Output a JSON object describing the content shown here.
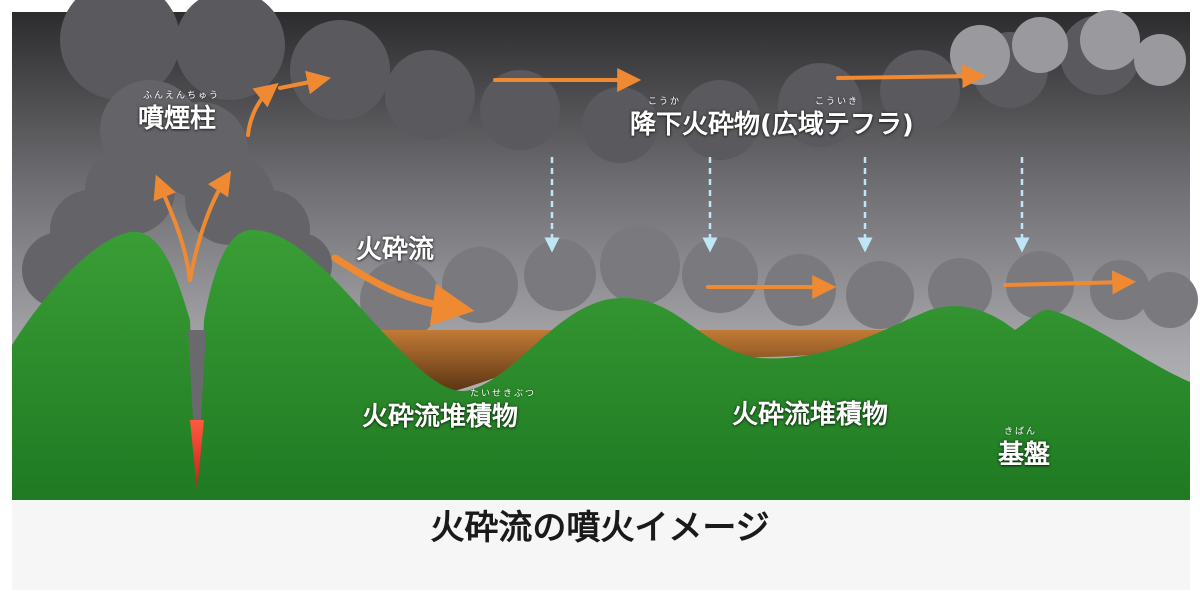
{
  "labels": {
    "eruption_column": "噴煙柱",
    "eruption_column_ruby": "ふんえんちゅう",
    "fallout": "降下火砕物(広域テフラ)",
    "fallout_ruby_1": "こうか",
    "fallout_ruby_2": "こういき",
    "pyroclastic_flow": "火砕流",
    "deposit_left": "火砕流堆積物",
    "deposit_left_ruby": "たいせきぶつ",
    "deposit_right": "火砕流堆積物",
    "basement": "基盤",
    "basement_ruby": "きばん"
  },
  "caption": "火砕流の噴火イメージ",
  "colors": {
    "cloud_dark": "#3a3a3c",
    "cloud_mid": "#8e8e92",
    "mountain": "#2e8f2c",
    "deposit": "#b06a2e",
    "arrow": "#f08a32",
    "fall_arrow": "#bfe6f6",
    "magma": "#e23a2a"
  }
}
